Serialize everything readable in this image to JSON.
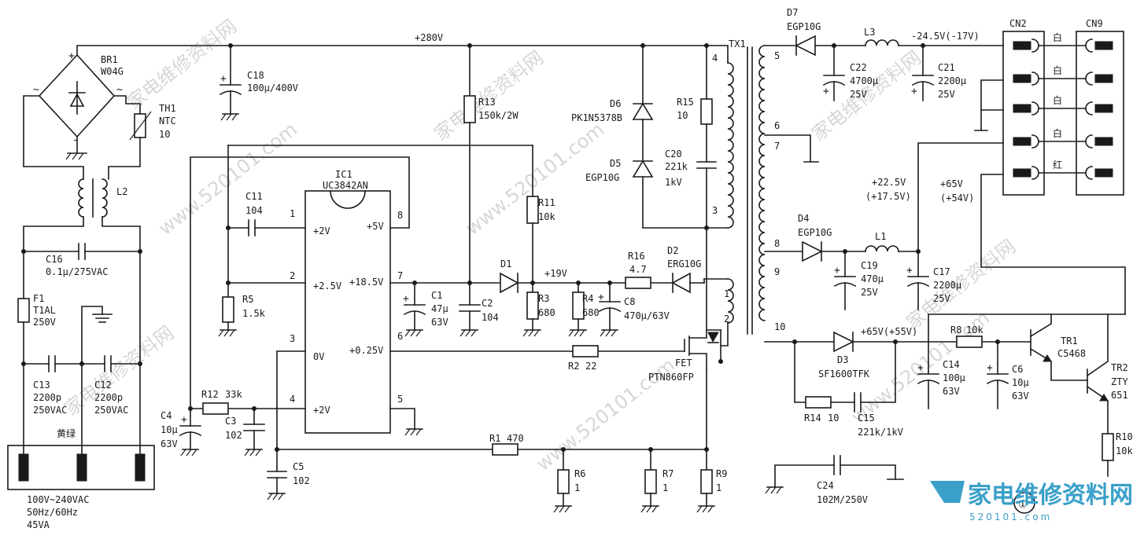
{
  "watermark": {
    "cn": "家电维修资料网",
    "url": "www.520101.com",
    "brand_site": "520101.com"
  },
  "figure_number": "①",
  "rails": {
    "hv": "+280V",
    "neg24": "-24.5V(-17V)",
    "pos22": "+22.5V",
    "pos22b": "(+17.5V)",
    "pos65a": "+65V",
    "pos65b": "(+54V)",
    "pos65c": "+65V(+55V)",
    "pos19": "+19V"
  },
  "ic": {
    "ref": "IC1",
    "part": "UC3842AN",
    "pin1": "+2V",
    "pin2": "+2.5V",
    "pin3": "0V",
    "pin4": "+2V",
    "pin5": "5",
    "pin6": "+0.25V",
    "pin7": "+18.5V",
    "pin8": "+5V",
    "n1": "1",
    "n2": "2",
    "n3": "3",
    "n4": "4",
    "n6": "6",
    "n7": "7",
    "n8": "8"
  },
  "components": {
    "br1": "BR1",
    "br1_part": "W04G",
    "th1": "TH1",
    "th1_type": "NTC",
    "th1_val": "10",
    "l2": "L2",
    "c16": "C16",
    "c16_val": "0.1μ/275VAC",
    "f1": "F1",
    "f1_val": "T1AL",
    "f1_v": "250V",
    "c13": "C13",
    "c13_val": "2200p",
    "c13_v": "250VAC",
    "c12": "C12",
    "c12_val": "2200p",
    "c12_v": "250VAC",
    "yellow_green": "黄绿",
    "ac_range": "100V~240VAC",
    "ac_freq": "50Hz/60Hz",
    "ac_power": "45VA",
    "c18": "C18",
    "c18_val": "100μ/400V",
    "r13": "R13",
    "r13_val": "150k/2W",
    "d6": "D6",
    "d6_part": "PK1N5378B",
    "d5": "D5",
    "d5_part": "EGP10G",
    "r15": "R15",
    "r15_val": "10",
    "c20": "C20",
    "c20_val": "221k",
    "c20_v": "1kV",
    "c11": "C11",
    "c11_val": "104",
    "r5": "R5",
    "r5_val": "1.5k",
    "r11": "R11",
    "r11_val": "10k",
    "d1": "D1",
    "r16": "R16",
    "r16_val": "4.7",
    "d2": "D2",
    "d2_part": "ERG10G",
    "c1": "C1",
    "c1_val": "47μ",
    "c1_v": "63V",
    "c2": "C2",
    "c2_val": "104",
    "r3": "R3",
    "r3_val": "680",
    "r4": "R4",
    "r4_val": "680",
    "c8": "C8",
    "c8_val": "470μ/63V",
    "r2": "R2",
    "r2_val": "22",
    "fet": "FET",
    "fet_part": "PTN860FP",
    "c4": "C4",
    "c4_val": "10μ",
    "c4_v": "63V",
    "r12": "R12",
    "r12_val": "33k",
    "c3": "C3",
    "c3_val": "102",
    "c5": "C5",
    "c5_val": "102",
    "r1": "R1",
    "r1_val": "470",
    "r6": "R6",
    "r6_val": "1",
    "r7": "R7",
    "r7_val": "1",
    "r9": "R9",
    "r9_val": "1",
    "tx1": "TX1",
    "d7": "D7",
    "d7_part": "EGP10G",
    "l3": "L3",
    "c22": "C22",
    "c22_val": "4700μ",
    "c22_v": "25V",
    "c21": "C21",
    "c21_val": "2200μ",
    "c21_v": "25V",
    "d4": "D4",
    "d4_part": "EGP10G",
    "l1": "L1",
    "c19": "C19",
    "c19_val": "470μ",
    "c19_v": "25V",
    "c17": "C17",
    "c17_val": "2200μ",
    "c17_v": "25V",
    "d3": "D3",
    "d3_part": "SF1600TFK",
    "r14": "R14",
    "r14_val": "10",
    "c15": "C15",
    "c15_val": "221k/1kV",
    "r8": "R8",
    "r8_val": "10k",
    "c14": "C14",
    "c14_val": "100μ",
    "c14_v": "63V",
    "c6": "C6",
    "c6_val": "10μ",
    "c6_v": "63V",
    "tr1": "TR1",
    "tr1_part": "C5468",
    "tr2": "TR2",
    "tr2_part": "ZTY",
    "tr2_val": "651",
    "r10": "R10",
    "r10_val": "10k",
    "c24": "C24",
    "c24_val": "102M/250V"
  },
  "tx_pins": {
    "p1": "1",
    "p2": "2",
    "p3": "3",
    "p4": "4",
    "p5": "5",
    "p6": "6",
    "p7": "7",
    "p8": "8",
    "p9": "9",
    "p10": "10"
  },
  "connectors": {
    "cn2": "CN2",
    "cn9": "CN9",
    "wire1": "白",
    "wire2": "白",
    "wire3": "白",
    "wire4": "白",
    "wire5": "红"
  },
  "polarity": {
    "plus": "+",
    "minus": "-",
    "tilde": "~"
  }
}
